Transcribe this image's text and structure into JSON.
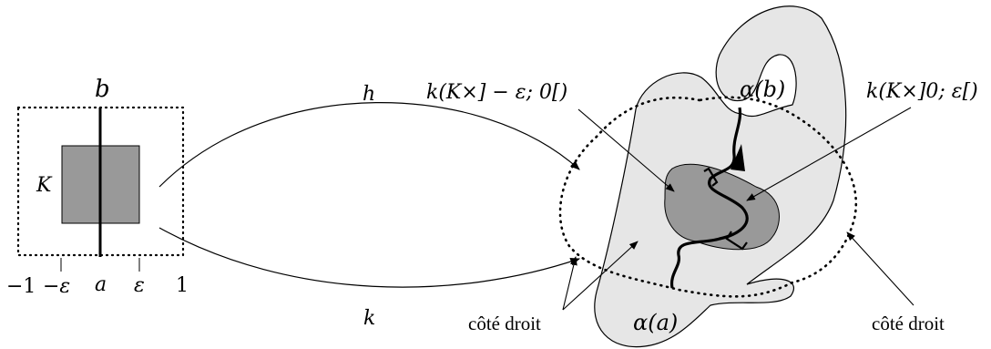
{
  "square": {
    "top_label": "b",
    "left_label": "K",
    "axis_ticks": [
      "−1",
      "−ε",
      "a",
      "ε",
      "1"
    ]
  },
  "arrows": {
    "upper_label": "h",
    "lower_label": "k"
  },
  "image": {
    "label_left_region": "k(K×] − ε; 0[)",
    "label_right_region": "k(K×]0; ε[)",
    "label_top_point": "α(b)",
    "label_bottom_point": "α(a)",
    "label_right_side_left": "côté droit",
    "label_right_side_right": "côté droit"
  },
  "colors": {
    "dark_gray": "#999999",
    "light_gray": "#e6e6e6",
    "ink": "#000000"
  }
}
